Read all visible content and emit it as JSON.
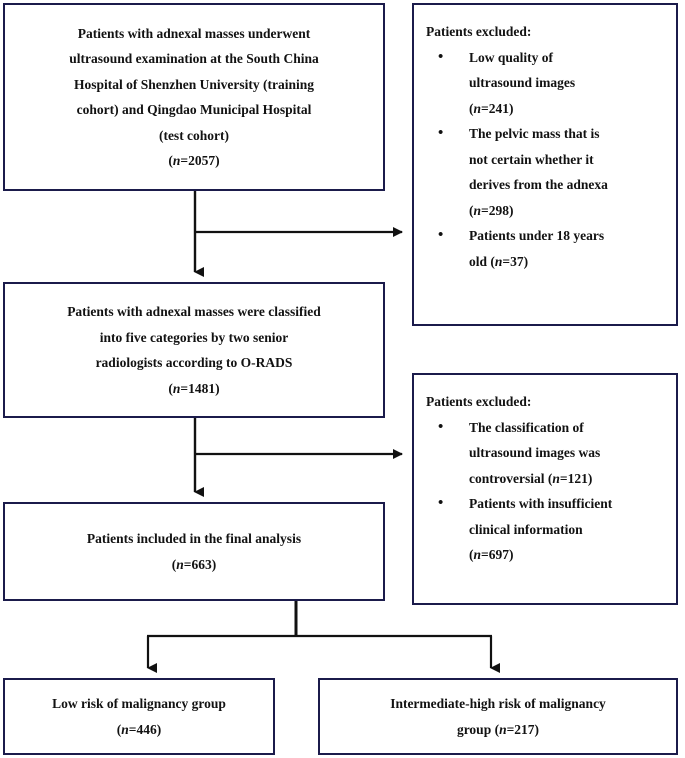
{
  "diagram": {
    "title": "Patient selection flowchart",
    "accent_border_color": "#1b1b4b",
    "text_color": "#121212",
    "background": "#ffffff"
  },
  "boxes": {
    "source": {
      "name": "source-cohort-box",
      "lines": [
        "Patients with adnexal masses underwent",
        "ultrasound examination at the South China",
        "Hospital of Shenzhen University (training",
        "cohort) and Qingdao Municipal Hospital",
        "(test cohort)",
        "(n=2057)"
      ],
      "count_label": "(n=2057)",
      "count": 2057
    },
    "classified": {
      "name": "classified-box",
      "lines": [
        "Patients with adnexal masses were classified",
        "into five categories by two senior",
        "radiologists according to O-RADS",
        "(n=1481)"
      ],
      "count_label": "(n=1481)",
      "count": 1481
    },
    "final": {
      "name": "final-analysis-box",
      "lines": [
        "Patients included in the final analysis",
        "(n=663)"
      ],
      "count_label": "(n=663)",
      "count": 663
    },
    "low_risk": {
      "name": "low-risk-group-box",
      "lines": [
        "Low risk of malignancy group",
        "(n=446)"
      ],
      "count_label": "(n=446)",
      "count": 446
    },
    "high_risk": {
      "name": "intermediate-high-risk-group-box",
      "lines": [
        "Intermediate-high risk of malignancy",
        "group (n=217)"
      ],
      "count_label": "(n=217)",
      "count": 217
    },
    "excluded_1": {
      "name": "excluded-box-1",
      "title": "Patients excluded:",
      "bullet_glyph": "•",
      "items": [
        {
          "lines": [
            "Low quality of",
            "ultrasound images",
            "(n=241)"
          ],
          "count": 241
        },
        {
          "lines": [
            "The pelvic mass that is",
            "not certain whether it",
            "derives from the adnexa",
            "(n=298)"
          ],
          "count": 298
        },
        {
          "lines": [
            "Patients under 18 years",
            "old (n=37)"
          ],
          "count": 37
        }
      ]
    },
    "excluded_2": {
      "name": "excluded-box-2",
      "title": "Patients excluded:",
      "bullet_glyph": "•",
      "items": [
        {
          "lines": [
            "The classification of",
            "ultrasound images was",
            "controversial (n=121)"
          ],
          "count": 121
        },
        {
          "lines": [
            "Patients with insufficient",
            "clinical information",
            "(n=697)"
          ],
          "count": 697
        }
      ]
    }
  },
  "connectors": [
    {
      "name": "source-to-classified-arrow",
      "kind": "vertical-arrow"
    },
    {
      "name": "source-to-excluded-1-arrow",
      "kind": "horizontal-arrow"
    },
    {
      "name": "classified-to-final-arrow",
      "kind": "vertical-arrow"
    },
    {
      "name": "classified-to-excluded-2-arrow",
      "kind": "horizontal-arrow"
    },
    {
      "name": "final-to-groups-split",
      "kind": "split-arrow"
    }
  ]
}
